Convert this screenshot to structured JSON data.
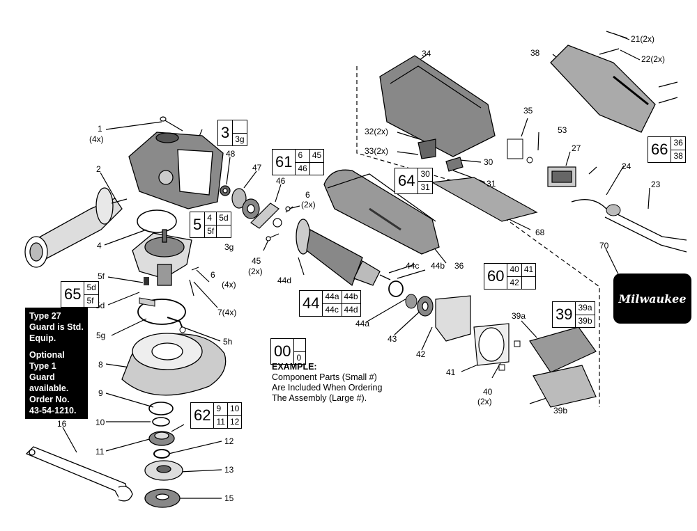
{
  "labels": {
    "l1": "1",
    "l1q": "(4x)",
    "l2": "2",
    "l4": "4",
    "l5f": "5f",
    "l5d": "5d",
    "l5g": "5g",
    "l5h": "5h",
    "l6a": "6",
    "l6aq": "(4x)",
    "l7": "7(4x)",
    "l8": "8",
    "l9": "9",
    "l10": "10",
    "l11": "11",
    "l12": "12",
    "l13": "13",
    "l15": "15",
    "l16": "16",
    "l47": "47",
    "l48": "48",
    "l46": "46",
    "l3g": "3g",
    "l45": "45",
    "l45q": "(2x)",
    "l44d": "44d",
    "l6b": "6",
    "l6bq": "(2x)",
    "l44c": "44c",
    "l44b": "44b",
    "l44a": "44a",
    "l36": "36",
    "l43": "43",
    "l42": "42",
    "l41": "41",
    "l40": "40",
    "l40q": "(2x)",
    "l39a": "39a",
    "l39b": "39b",
    "l34": "34",
    "l32": "32(2x)",
    "l33": "33(2x)",
    "l30": "30",
    "l31": "31",
    "l35": "35",
    "l68": "68",
    "l38": "38",
    "l21": "21(2x)",
    "l22": "22(2x)",
    "l53": "53",
    "l27": "27",
    "l24": "24",
    "l23": "23",
    "l70": "70"
  },
  "boxes": {
    "b3": {
      "big": "3",
      "s": [
        "",
        "3g"
      ]
    },
    "b5": {
      "big": "5",
      "s": [
        "4",
        "5d",
        "5f",
        ""
      ]
    },
    "b65": {
      "big": "65",
      "s": [
        "5d",
        "5f"
      ]
    },
    "b61": {
      "big": "61",
      "s": [
        "6",
        "45",
        "46",
        ""
      ]
    },
    "b44": {
      "big": "44",
      "s": [
        "44a",
        "44b",
        "44c",
        "44d"
      ]
    },
    "b64": {
      "big": "64",
      "s": [
        "30",
        "31"
      ]
    },
    "b60": {
      "big": "60",
      "s": [
        "40",
        "41",
        "42",
        ""
      ]
    },
    "b39": {
      "big": "39",
      "s": [
        "39a",
        "39b"
      ]
    },
    "b66": {
      "big": "66",
      "s": [
        "36",
        "38"
      ]
    },
    "b62": {
      "big": "62",
      "s": [
        "9",
        "10",
        "11",
        "12"
      ]
    },
    "b00": {
      "big": "00",
      "s": [
        "",
        "0"
      ]
    }
  },
  "notes": {
    "type27": "Type 27 Guard is Std. Equip.",
    "optional": "Optional Type 1 Guard available. Order No. 43-54-1210."
  },
  "example": {
    "title": "EXAMPLE:",
    "line1": "Component Parts (Small #)",
    "line2": "Are Included When Ordering",
    "line3": "The Assembly (Large #)."
  },
  "brand": "Milwaukee"
}
